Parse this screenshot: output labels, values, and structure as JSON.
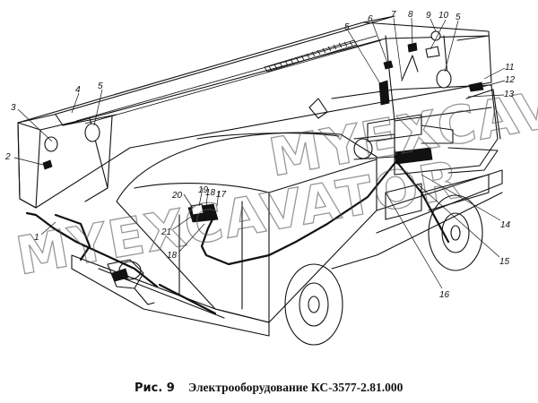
{
  "diagram": {
    "callouts": [
      "1",
      "2",
      "3",
      "4",
      "5",
      "5",
      "5",
      "6",
      "7",
      "8",
      "9",
      "10",
      "11",
      "12",
      "13",
      "14",
      "15",
      "16",
      "17",
      "18",
      "18",
      "19",
      "20",
      "21"
    ],
    "watermark_top": "MYEXCAVATOR.RU",
    "watermark_bottom": "MYEXCAVATOR",
    "caption_prefix": "Рис. 9",
    "caption_title": "Электрооборудование КС-3577-2.81.000"
  }
}
